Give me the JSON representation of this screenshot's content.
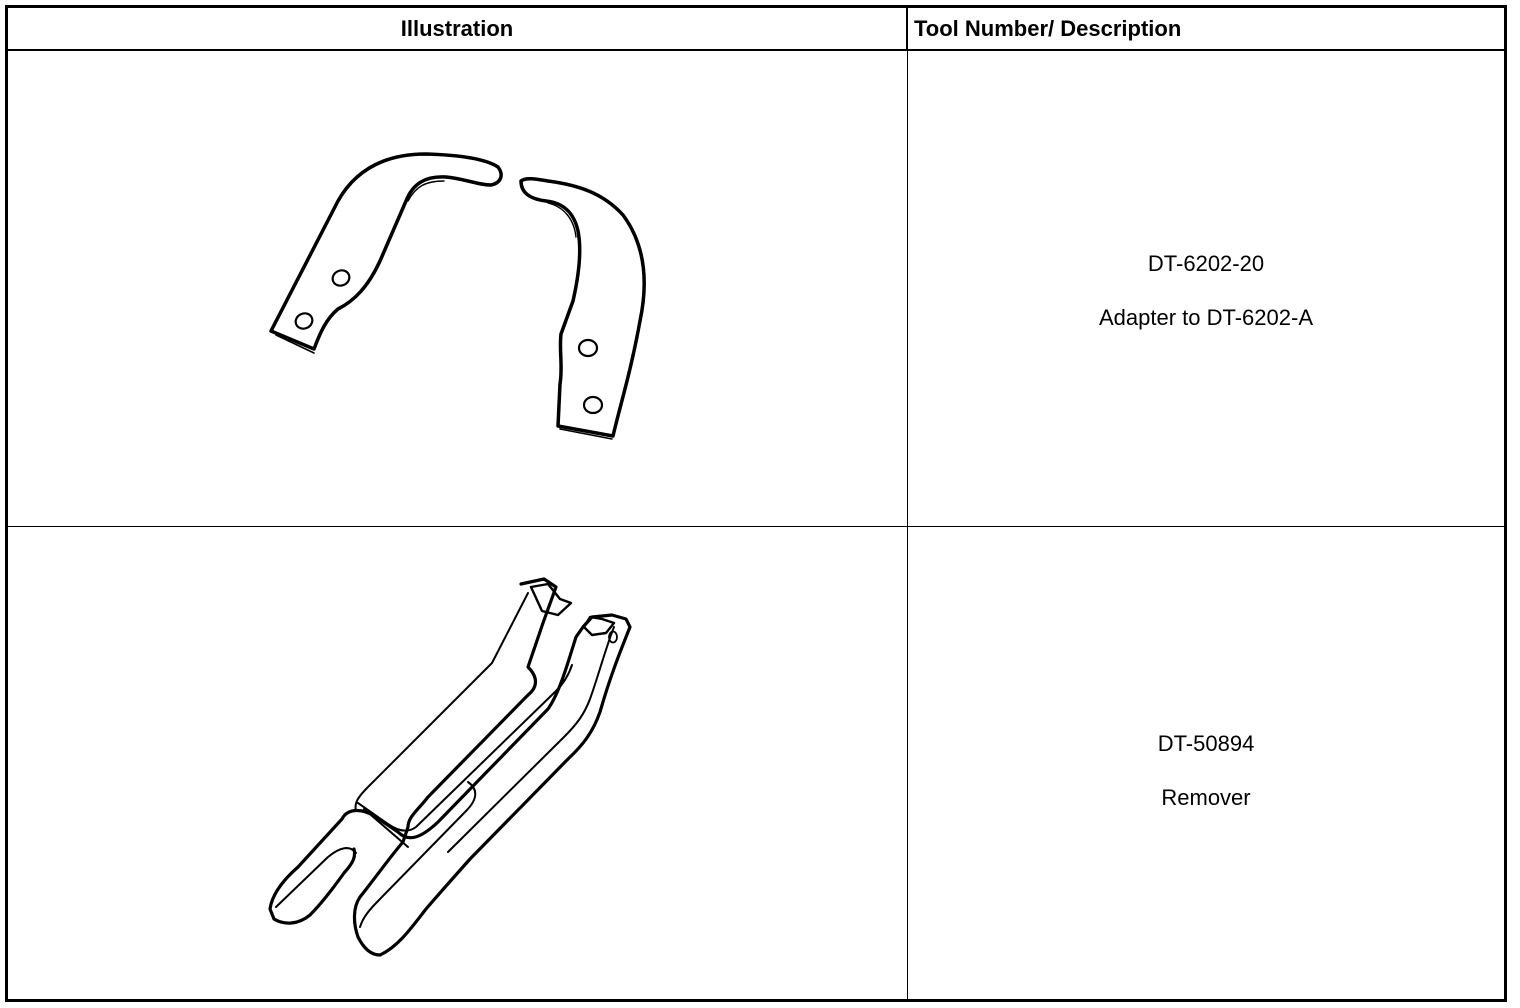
{
  "table": {
    "headers": {
      "illustration": "Illustration",
      "tool_description": "Tool Number/ Description"
    },
    "rows": [
      {
        "tool_number": "DT-6202-20",
        "description": "Adapter to DT-6202-A",
        "illustration_icon": "adapter-brackets-drawing"
      },
      {
        "tool_number": "DT-50894",
        "description": "Remover",
        "illustration_icon": "remover-fork-drawing"
      }
    ]
  }
}
